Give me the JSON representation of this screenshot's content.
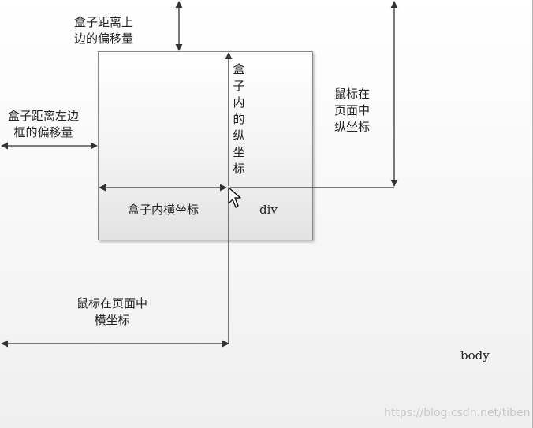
{
  "labels": {
    "box_top_offset": [
      "盒子距离上",
      "边的偏移量"
    ],
    "box_left_offset": [
      "盒子距离左边",
      "框的偏移量"
    ],
    "box_inner_y": "盒子内的纵坐标",
    "mouse_page_y": [
      "鼠标在",
      "页面中",
      "纵坐标"
    ],
    "box_inner_x": "盒子内横坐标",
    "box_name": "div",
    "mouse_page_x": [
      "鼠标在页面中",
      "横坐标"
    ],
    "body_name": "body"
  },
  "watermark": "https://blog.csdn.net/tiben",
  "colors": {
    "line": "#333333",
    "box_border": "#8a8a8a",
    "watermark": "#c8c8c8"
  }
}
